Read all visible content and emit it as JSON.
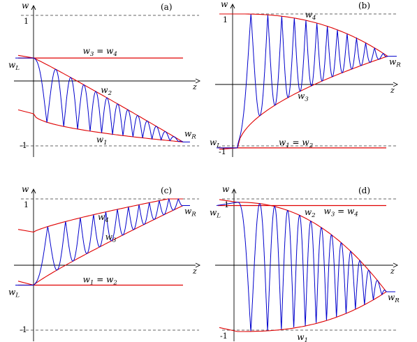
{
  "figure": {
    "colors": {
      "envelope": "#e00000",
      "wave": "#0000cc",
      "axis": "#000000",
      "guide": "#333333"
    },
    "panels": [
      {
        "id": "a",
        "tag": "(a)",
        "labels": {
          "w": "w",
          "z": "z",
          "top": "1",
          "bottom": "-1",
          "wl": "w_L",
          "wr": "w_R",
          "upper": "w_2",
          "lower": "w_1",
          "flat": "w_3 = w_4"
        },
        "levels": {
          "wl": 0.35,
          "wr": -0.93,
          "flat": 0.35,
          "top": 1,
          "bottom": -1
        },
        "oscillations": 13
      },
      {
        "id": "b",
        "tag": "(b)",
        "labels": {
          "w": "w",
          "z": "z",
          "top": "1",
          "bottom": "-1",
          "wl": "w_L",
          "wr": "w_R",
          "upper": "w_4",
          "lower": "w_3",
          "flat": "w_1 = w_2"
        },
        "levels": {
          "wl": -0.9,
          "wr": 0.4,
          "flat": -0.9,
          "top": 1,
          "bottom": -1
        },
        "oscillations": 13
      },
      {
        "id": "c",
        "tag": "(c)",
        "labels": {
          "w": "w",
          "z": "z",
          "top": "1",
          "bottom": "-1",
          "wl": "w_L",
          "wr": "w_R",
          "upper": "w_4",
          "lower": "w_3",
          "flat": "w_1 = w_2"
        },
        "levels": {
          "wl": -0.3,
          "wr": 0.9,
          "flat": -0.3,
          "top": 1,
          "bottom": -1
        },
        "oscillations": 12
      },
      {
        "id": "d",
        "tag": "(d)",
        "labels": {
          "w": "w",
          "z": "z",
          "top": "1",
          "bottom": "-1",
          "wl": "w_L",
          "wr": "w_R",
          "upper": "w_2",
          "lower": "w_1",
          "flat": "w_3 = w_4"
        },
        "levels": {
          "wl": 0.9,
          "wr": -0.4,
          "flat": 0.9,
          "top": 1,
          "bottom": -1
        },
        "oscillations": 13
      }
    ]
  }
}
